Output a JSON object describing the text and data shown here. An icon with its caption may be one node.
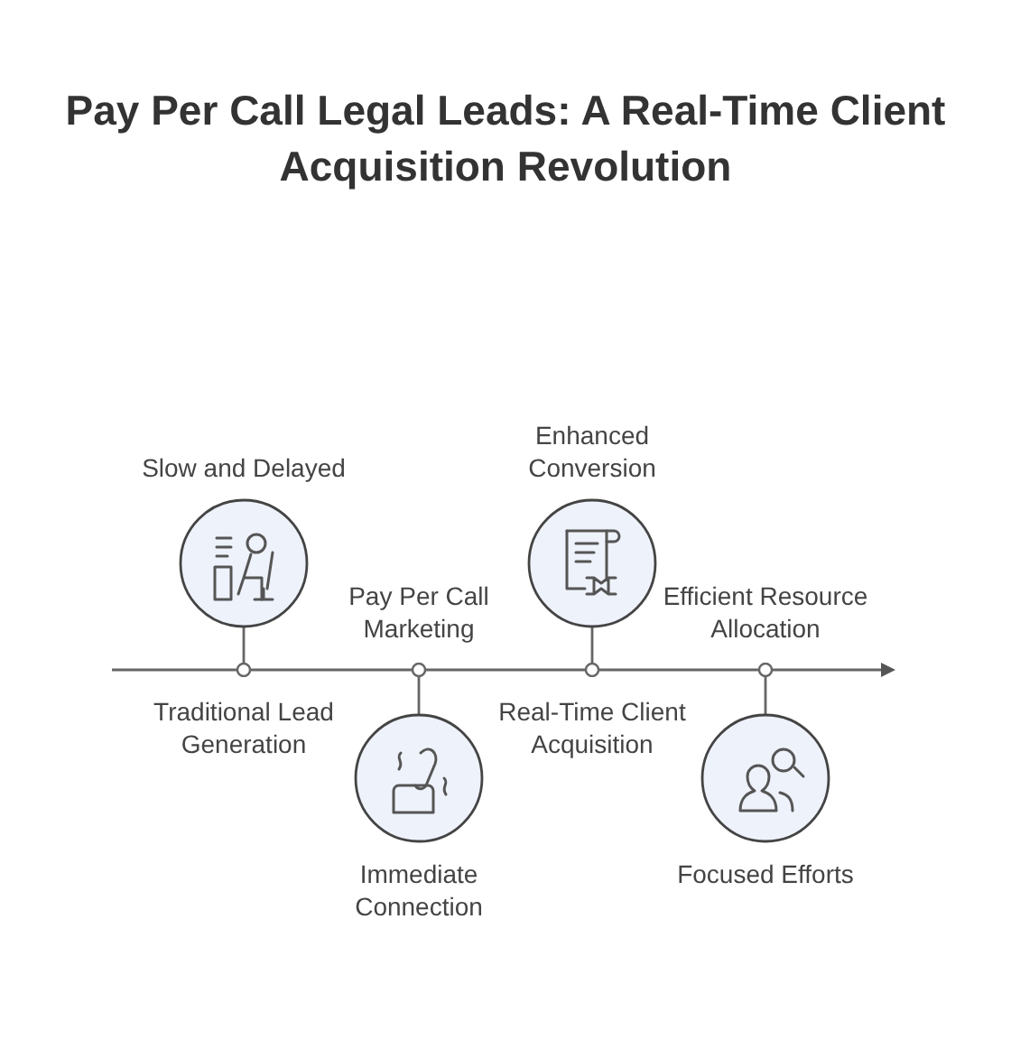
{
  "diagram": {
    "title": "Pay Per Call Legal Leads: A Real-Time Client Acquisition Revolution",
    "nodes": [
      {
        "text": [
          "Slow and Delayed"
        ]
      },
      {
        "text": [
          "Traditional Lead Generation"
        ]
      },
      {
        "text": [
          "Pay Per Call Marketing"
        ]
      },
      {
        "text": [
          "Immediate Connection"
        ]
      },
      {
        "text": [
          "Enhanced Conversion"
        ]
      },
      {
        "text": [
          "Real-Time Client Acquisition"
        ]
      },
      {
        "text": [
          "Efficient Resource Allocation"
        ]
      },
      {
        "text": [
          "Focused Efforts"
        ]
      }
    ],
    "edges": [
      {
        "from": 0,
        "to": 1,
        "arrow": "none"
      },
      {
        "from": 3,
        "to": 2,
        "arrow": "none"
      },
      {
        "from": 4,
        "to": 5,
        "arrow": "none"
      },
      {
        "from": 7,
        "to": 6,
        "arrow": "none"
      }
    ]
  }
}
